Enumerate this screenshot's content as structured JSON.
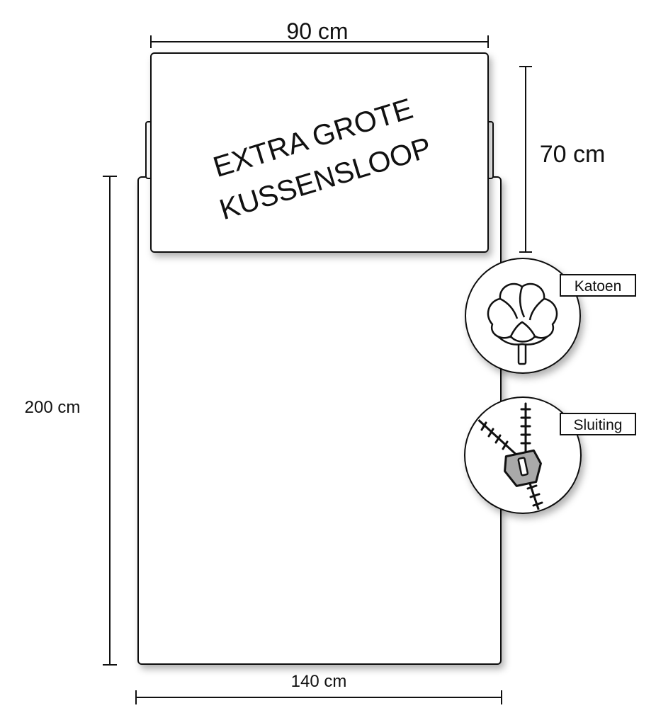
{
  "dimensions": {
    "pillow_width": "90 cm",
    "pillow_height": "70 cm",
    "duvet_length": "200 cm",
    "duvet_width": "140 cm"
  },
  "pillow_label": {
    "line1": "EXTRA GROTE",
    "line2": "KUSSENSLOOP"
  },
  "features": [
    {
      "label": "Katoen",
      "icon": "cotton-icon"
    },
    {
      "label": "Sluiting",
      "icon": "zipper-icon"
    }
  ],
  "colors": {
    "stroke": "#111111",
    "zipper_pull": "#a9a9a9",
    "background": "#ffffff"
  }
}
